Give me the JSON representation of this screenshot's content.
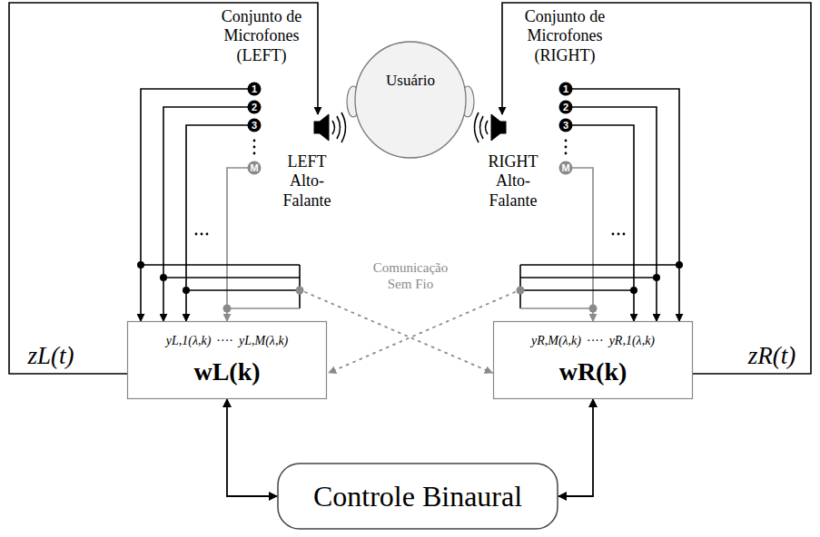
{
  "diagram": {
    "nodes": [
      {
        "text": [
          "Usuário"
        ]
      },
      {
        "text": [
          "yL,1(λ,k)",
          "····",
          "yL,M(λ,k)",
          "wL(k)"
        ]
      },
      {
        "text": [
          "yR,M(λ,k)",
          "····",
          "yR,1(λ,k)",
          "wR(k)"
        ]
      },
      {
        "text": [
          "Controle Binaural"
        ]
      }
    ],
    "edges": [
      {
        "from": 1,
        "to": 3,
        "arrow": "both"
      },
      {
        "from": 2,
        "to": 3,
        "arrow": "both"
      }
    ],
    "labels": [
      "Conjunto de Microfones (LEFT)",
      "Conjunto de Microfones (RIGHT)",
      "LEFT Alto-Falante",
      "RIGHT Alto-Falante",
      "1",
      "2",
      "3",
      "M",
      "1",
      "2",
      "3",
      "M",
      "Comunicação Sem Fio",
      "zL(t)",
      "zR(t)"
    ]
  }
}
